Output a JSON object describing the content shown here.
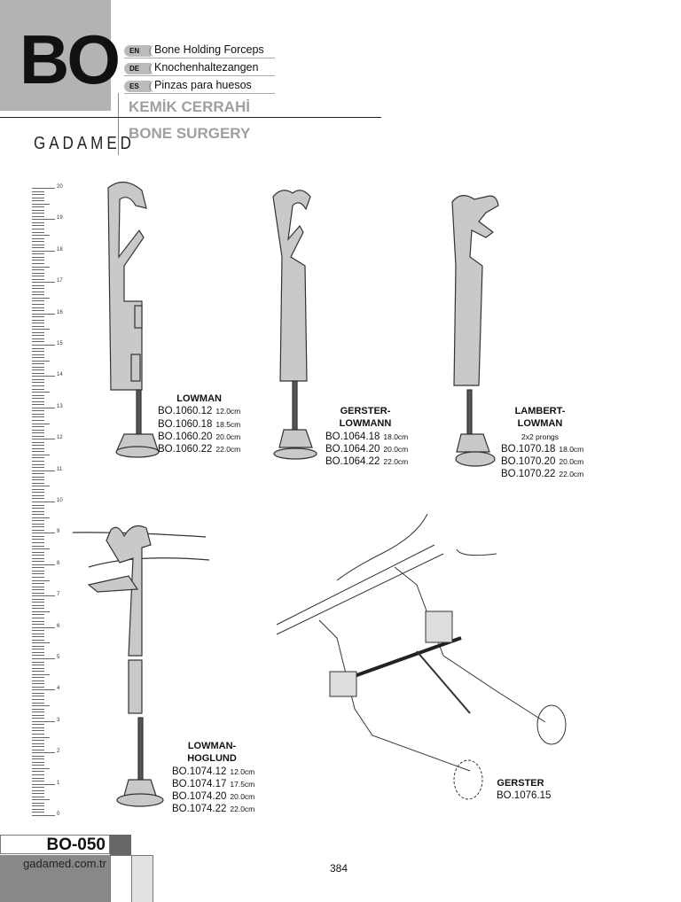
{
  "header": {
    "section_code": "BO",
    "languages": [
      {
        "code": "EN",
        "label": "Bone Holding Forceps"
      },
      {
        "code": "DE",
        "label": "Knochenhaltezangen"
      },
      {
        "code": "ES",
        "label": "Pinzas para huesos"
      }
    ],
    "category_tr": "KEMİK CERRAHİ",
    "category_en": "BONE SURGERY",
    "logo": "GADAMED"
  },
  "ruler": {
    "labels": [
      "0",
      "1",
      "2",
      "3",
      "4",
      "5",
      "6",
      "7",
      "8",
      "9",
      "10",
      "11",
      "12",
      "13",
      "14",
      "15",
      "16",
      "17",
      "18",
      "19",
      "20"
    ]
  },
  "products": [
    {
      "name": "LOWMAN",
      "items": [
        {
          "code": "BO.1060.12",
          "size": "12.0cm"
        },
        {
          "code": "BO.1060.18",
          "size": "18.5cm"
        },
        {
          "code": "BO.1060.20",
          "size": "20.0cm"
        },
        {
          "code": "BO.1060.22",
          "size": "22.0cm"
        }
      ]
    },
    {
      "name": "GERSTER-LOWMANN",
      "items": [
        {
          "code": "BO.1064.18",
          "size": "18.0cm"
        },
        {
          "code": "BO.1064.20",
          "size": "20.0cm"
        },
        {
          "code": "BO.1064.22",
          "size": "22.0cm"
        }
      ]
    },
    {
      "name": "LAMBERT-LOWMAN",
      "note": "2x2 prongs",
      "items": [
        {
          "code": "BO.1070.18",
          "size": "18.0cm"
        },
        {
          "code": "BO.1070.20",
          "size": "20.0cm"
        },
        {
          "code": "BO.1070.22",
          "size": "22.0cm"
        }
      ]
    },
    {
      "name": "LOWMAN-HOGLUND",
      "items": [
        {
          "code": "BO.1074.12",
          "size": "12.0cm"
        },
        {
          "code": "BO.1074.17",
          "size": "17.5cm"
        },
        {
          "code": "BO.1074.20",
          "size": "20.0cm"
        },
        {
          "code": "BO.1074.22",
          "size": "22.0cm"
        }
      ]
    },
    {
      "name": "GERSTER",
      "items": [
        {
          "code": "BO.1076.15"
        }
      ]
    }
  ],
  "footer": {
    "page_code": "BO-050",
    "website": "gadamed.com.tr",
    "page_number": "384"
  }
}
